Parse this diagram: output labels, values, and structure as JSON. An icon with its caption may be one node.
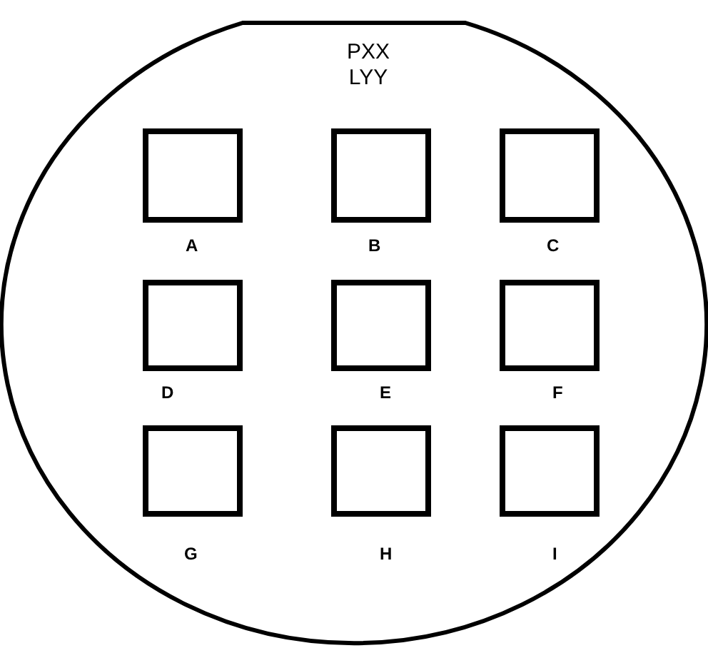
{
  "diagram": {
    "nodes": [
      {
        "text": [
          "PXX LYY"
        ]
      },
      {
        "text": [],
        "shape": "box",
        "in": 0,
        "beside": [
          "A"
        ]
      },
      {
        "text": [],
        "shape": "box",
        "in": 0,
        "beside": [
          "B"
        ]
      },
      {
        "text": [],
        "shape": "box",
        "in": 0,
        "beside": [
          "C"
        ]
      },
      {
        "text": [],
        "shape": "box",
        "in": 0,
        "beside": [
          "D"
        ]
      },
      {
        "text": [],
        "shape": "box",
        "in": 0,
        "beside": [
          "E"
        ]
      },
      {
        "text": [],
        "shape": "box",
        "in": 0,
        "beside": [
          "F"
        ]
      },
      {
        "text": [],
        "shape": "box",
        "in": 0,
        "beside": [
          "G"
        ]
      },
      {
        "text": [],
        "shape": "box",
        "in": 0,
        "beside": [
          "H"
        ]
      },
      {
        "text": [],
        "shape": "box",
        "in": 0,
        "beside": [
          "I"
        ]
      }
    ]
  }
}
